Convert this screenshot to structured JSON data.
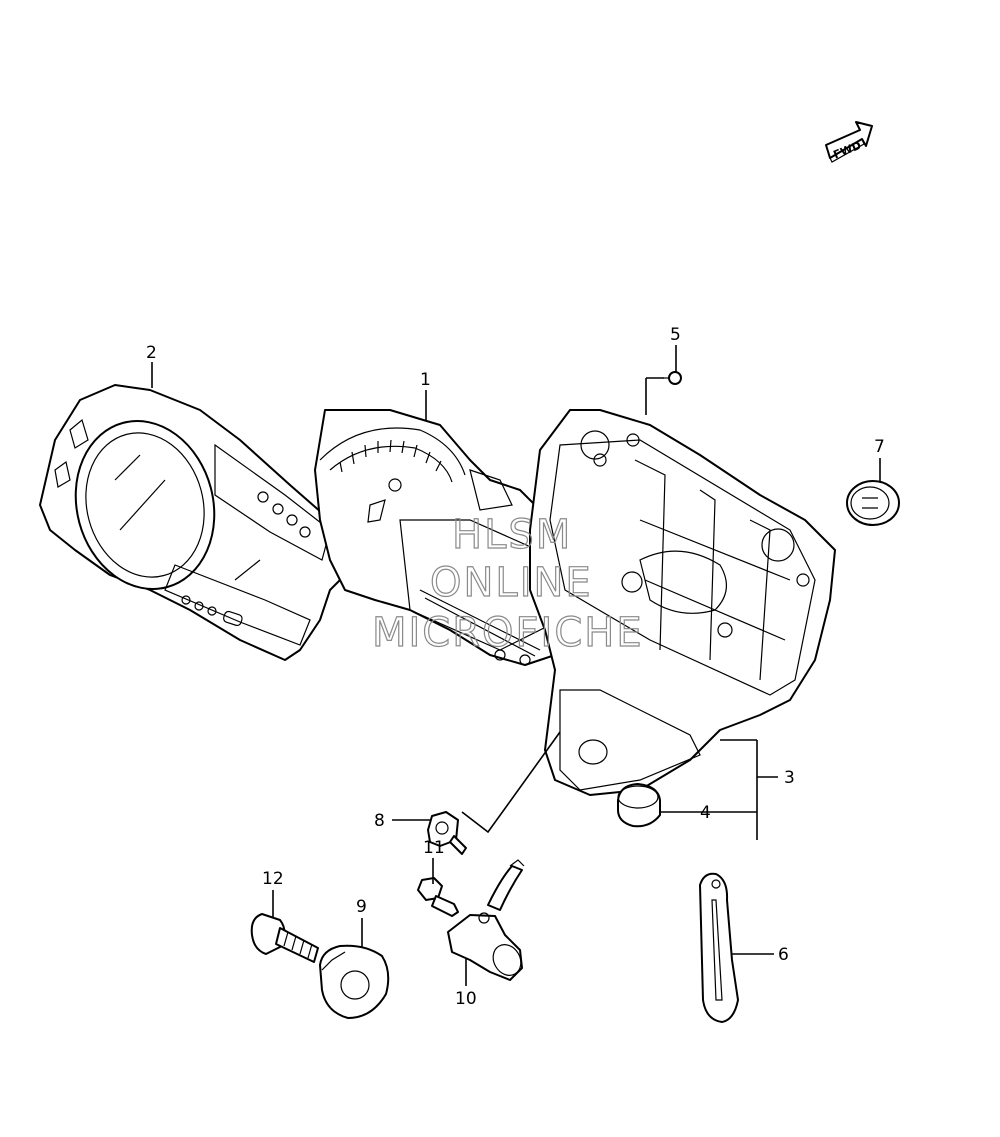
{
  "diagram": {
    "fwd_label": "FWD",
    "watermark": [
      "HLSM",
      "ONLINE",
      "MICROFICHE"
    ],
    "callouts": [
      {
        "id": "c1",
        "label": "1"
      },
      {
        "id": "c2",
        "label": "2"
      },
      {
        "id": "c3",
        "label": "3"
      },
      {
        "id": "c4",
        "label": "4"
      },
      {
        "id": "c5",
        "label": "5"
      },
      {
        "id": "c6",
        "label": "6"
      },
      {
        "id": "c7",
        "label": "7"
      },
      {
        "id": "c8",
        "label": "8"
      },
      {
        "id": "c9",
        "label": "9"
      },
      {
        "id": "c10",
        "label": "10"
      },
      {
        "id": "c11",
        "label": "11"
      },
      {
        "id": "c12",
        "label": "12"
      }
    ]
  }
}
